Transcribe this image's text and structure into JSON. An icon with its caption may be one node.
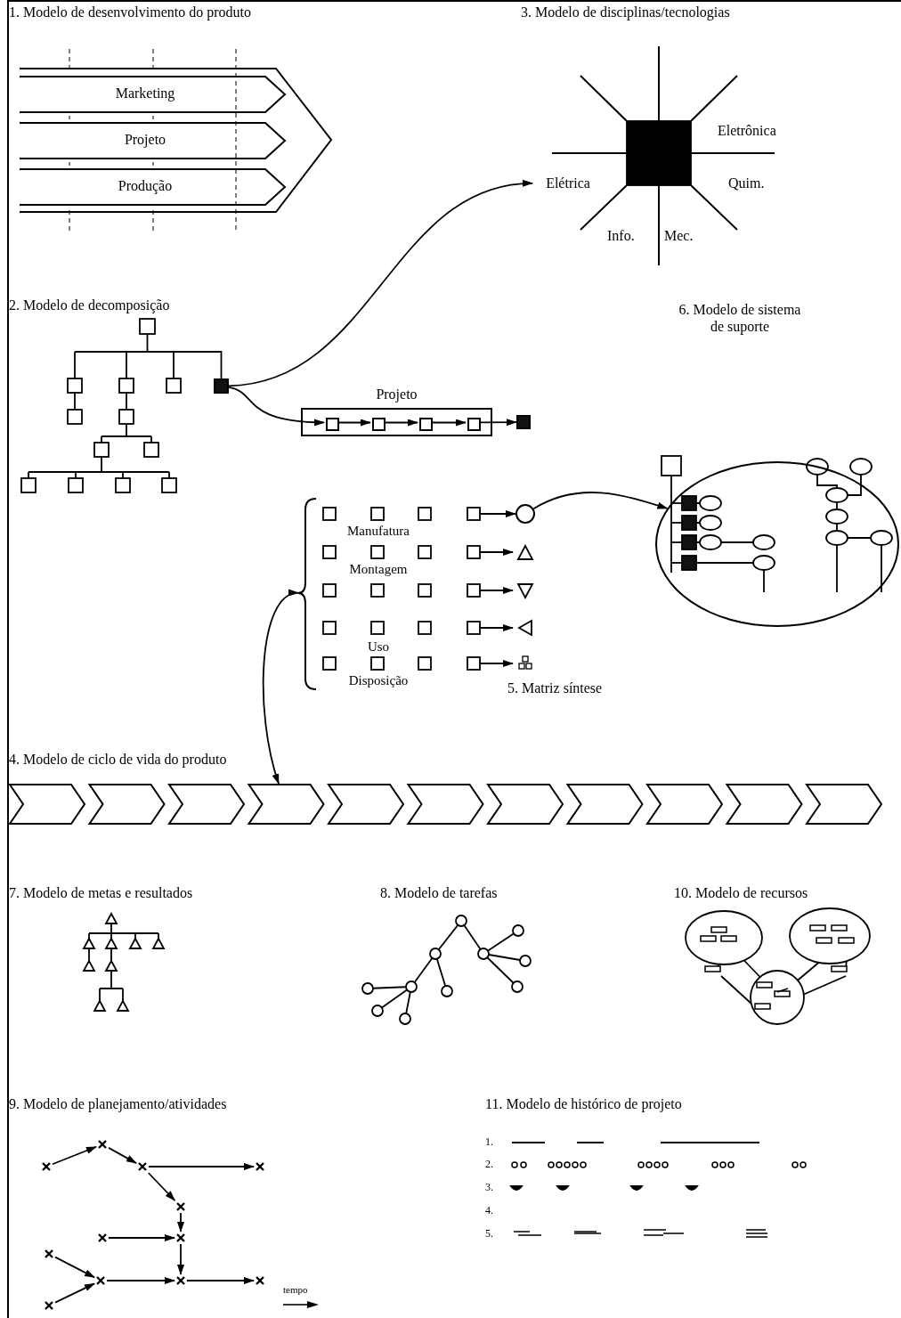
{
  "diagram": {
    "nodes": [
      {
        "text": [
          "Marketing"
        ]
      },
      {
        "text": [
          "Projeto"
        ]
      },
      {
        "text": [
          "Produção"
        ]
      },
      {
        "text": [
          "Elétrica"
        ]
      },
      {
        "text": [],
        "shape": "block"
      },
      {
        "text": [
          "Projeto"
        ]
      },
      {
        "text": [],
        "shape": "box",
        "in": 5
      },
      {
        "text": [],
        "shape": "box",
        "in": 5
      },
      {
        "text": [],
        "shape": "box",
        "in": 5
      },
      {
        "text": [],
        "shape": "box",
        "in": 5
      },
      {
        "text": [],
        "shape": "block"
      },
      {
        "text": [
          "Manufatura",
          "Montagem",
          "Uso",
          "Disposição"
        ]
      },
      {
        "text": [],
        "shape": "circle",
        "in": 11
      },
      {
        "text": [],
        "shape": "ellipse"
      },
      {
        "text": [],
        "shape": "band"
      },
      {
        "text": [],
        "shape": "cross"
      },
      {
        "text": [],
        "shape": "cross"
      },
      {
        "text": [],
        "shape": "cross"
      },
      {
        "text": [],
        "shape": "cross"
      },
      {
        "text": [],
        "shape": "cross"
      },
      {
        "text": [],
        "shape": "cross"
      },
      {
        "text": [],
        "shape": "cross"
      },
      {
        "text": [],
        "shape": "cross"
      },
      {
        "text": [],
        "shape": "cross"
      },
      {
        "text": [],
        "shape": "cross"
      },
      {
        "text": [],
        "shape": "cross"
      },
      {
        "text": [],
        "shape": "cross"
      }
    ],
    "edges": [
      {
        "from": 4,
        "to": 3,
        "arrow": "to"
      },
      {
        "from": 4,
        "to": 6,
        "arrow": "to"
      },
      {
        "from": 6,
        "to": 7,
        "arrow": "to"
      },
      {
        "from": 7,
        "to": 8,
        "arrow": "to"
      },
      {
        "from": 8,
        "to": 9,
        "arrow": "to"
      },
      {
        "from": 9,
        "to": 10,
        "arrow": "to"
      },
      {
        "from": 12,
        "to": 13,
        "arrow": "to"
      },
      {
        "from": 11,
        "to": 14,
        "arrow": "both"
      },
      {
        "from": 16,
        "to": 15,
        "arrow": "to"
      },
      {
        "from": 15,
        "to": 17,
        "arrow": "to"
      },
      {
        "from": 17,
        "to": 18,
        "arrow": "to"
      },
      {
        "from": 17,
        "to": 19,
        "arrow": "to"
      },
      {
        "from": 19,
        "to": 21,
        "arrow": "to"
      },
      {
        "from": 20,
        "to": 21,
        "arrow": "to"
      },
      {
        "from": 21,
        "to": 24,
        "arrow": "to"
      },
      {
        "from": 22,
        "to": 23,
        "arrow": "to"
      },
      {
        "from": 26,
        "to": 23,
        "arrow": "to"
      },
      {
        "from": 23,
        "to": 24,
        "arrow": "to"
      },
      {
        "from": 24,
        "to": 25,
        "arrow": "to"
      },
      {
        "from": null,
        "to": 12,
        "arrow": "to"
      }
    ],
    "labels": [
      "1. Modelo de desenvolvimento do produto",
      "3. Modelo de disciplinas/tecnologias",
      "Eletrônica",
      "Quim.",
      "Info.",
      "Mec.",
      "2. Modelo de decomposição",
      "6. Modelo de sistema de suporte",
      "5. Matriz síntese",
      "4. Modelo de ciclo de vida do produto",
      "7. Modelo de metas e resultados",
      "8. Modelo de tarefas",
      "10. Modelo de recursos",
      "9. Modelo de planejamento/atividades",
      "11. Modelo de histórico de projeto",
      "1.",
      "2.",
      "3.",
      "4.",
      "5.",
      "tempo"
    ]
  }
}
